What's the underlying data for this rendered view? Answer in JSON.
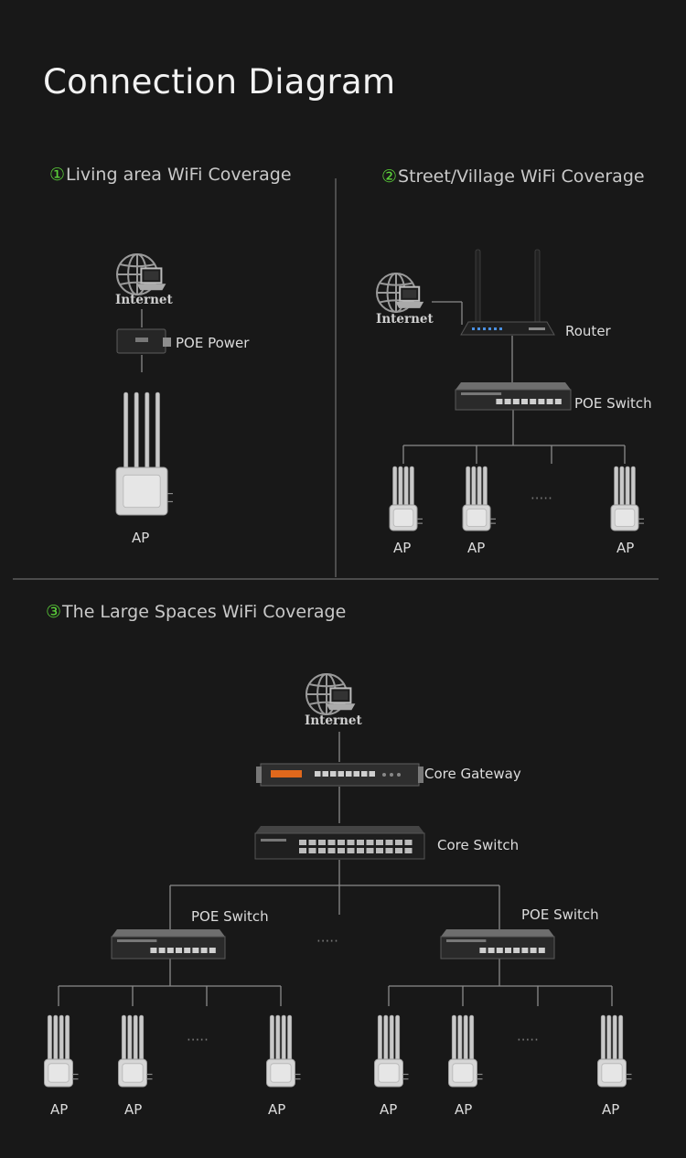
{
  "title": "Connection Diagram",
  "sections": [
    {
      "num": "①",
      "title": "Living area WiFi Coverage"
    },
    {
      "num": "②",
      "title": "Street/Village WiFi Coverage"
    },
    {
      "num": "③",
      "title": "The Large Spaces WiFi Coverage"
    }
  ],
  "labels": {
    "internet": "Internet",
    "poe_power": "POE Power",
    "router": "Router",
    "poe_switch": "POE Switch",
    "core_gateway": "Core Gateway",
    "core_switch": "Core Switch",
    "ap": "AP",
    "ellipsis": "·····"
  },
  "colors": {
    "background": "#181818",
    "accent_number": "#5cd23a",
    "line": "#8a8a8a"
  },
  "icons": [
    "globe-laptop-icon",
    "poe-injector-icon",
    "router-icon",
    "switch-icon",
    "gateway-icon",
    "access-point-icon"
  ]
}
